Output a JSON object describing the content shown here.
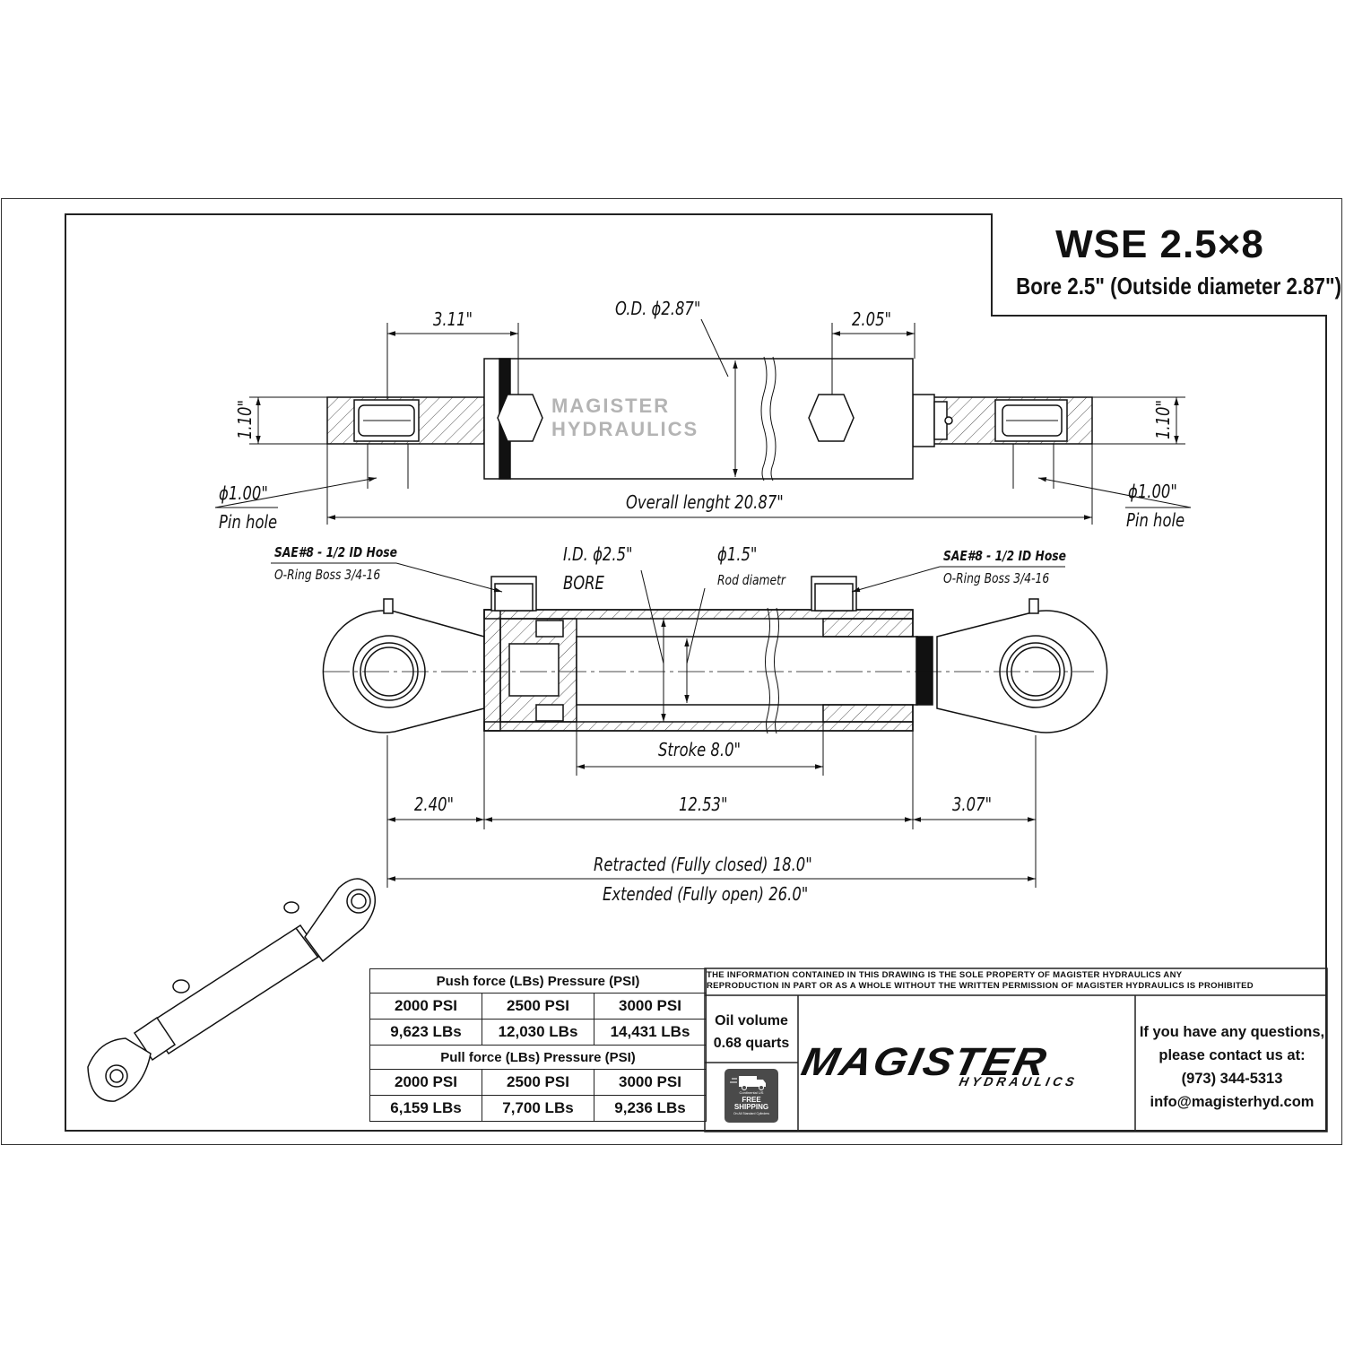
{
  "title": {
    "model": "WSE 2.5×8",
    "subtitle": "Bore 2.5\" (Outside diameter 2.87\")"
  },
  "watermark": {
    "line1": "MAGISTER",
    "line2": "HYDRAULICS"
  },
  "top_view": {
    "dim_left_port": "3.11\"",
    "dim_od": "O.D. ϕ2.87\"",
    "dim_right_port": "2.05\"",
    "dim_left_height": "1.10\"",
    "dim_right_height": "1.10\"",
    "pin_left_dia": "ϕ1.00\"",
    "pin_left_label": "Pin hole",
    "pin_right_dia": "ϕ1.00\"",
    "pin_right_label": "Pin hole",
    "overall_length": "Overall lenght 20.87\""
  },
  "section_view": {
    "port_left_line1": "SAE#8 - 1/2 ID Hose",
    "port_left_line2": "O-Ring Boss 3/4-16",
    "bore_dia": "I.D. ϕ2.5\"",
    "bore_label": "BORE",
    "rod_dia": "ϕ1.5\"",
    "rod_label": "Rod diametr",
    "port_right_line1": "SAE#8 - 1/2 ID Hose",
    "port_right_line2": "O-Ring Boss 3/4-16",
    "stroke": "Stroke 8.0\"",
    "dim_left": "2.40\"",
    "dim_center": "12.53\"",
    "dim_right": "3.07\"",
    "retracted": "Retracted (Fully closed) 18.0\"",
    "extended": "Extended (Fully open) 26.0\""
  },
  "spec_table": {
    "push_header": "Push force (LBs)  Pressure (PSI)",
    "push_pressures": [
      "2000 PSI",
      "2500 PSI",
      "3000 PSI"
    ],
    "push_forces": [
      "9,623 LBs",
      "12,030 LBs",
      "14,431 LBs"
    ],
    "pull_header": "Pull force (LBs)  Pressure (PSI)",
    "pull_pressures": [
      "2000 PSI",
      "2500 PSI",
      "3000 PSI"
    ],
    "pull_forces": [
      "6,159 LBs",
      "7,700 LBs",
      "9,236 LBs"
    ]
  },
  "legal": {
    "line1": "THE INFORMATION CONTAINED IN THIS DRAWING IS THE SOLE PROPERTY OF MAGISTER HYDRAULICS ANY",
    "line2": "REPRODUCTION IN PART OR AS A WHOLE WITHOUT THE WRITTEN PERMISSION OF MAGISTER HYDRAULICS IS PROHIBITED"
  },
  "oil": {
    "label": "Oil volume",
    "value": "0.68 quarts"
  },
  "badge": {
    "line1": "Continental US",
    "line2a": "FREE",
    "line2b": "SHIPPING",
    "line3": "On All Standard Cylinders"
  },
  "logo": {
    "main": "MAGISTER",
    "sub": "HYDRAULICS"
  },
  "contact": {
    "line1": "If you have any questions,",
    "line2": "please contact us at:",
    "phone": "(973) 344-5313",
    "email": "info@magisterhyd.com"
  }
}
